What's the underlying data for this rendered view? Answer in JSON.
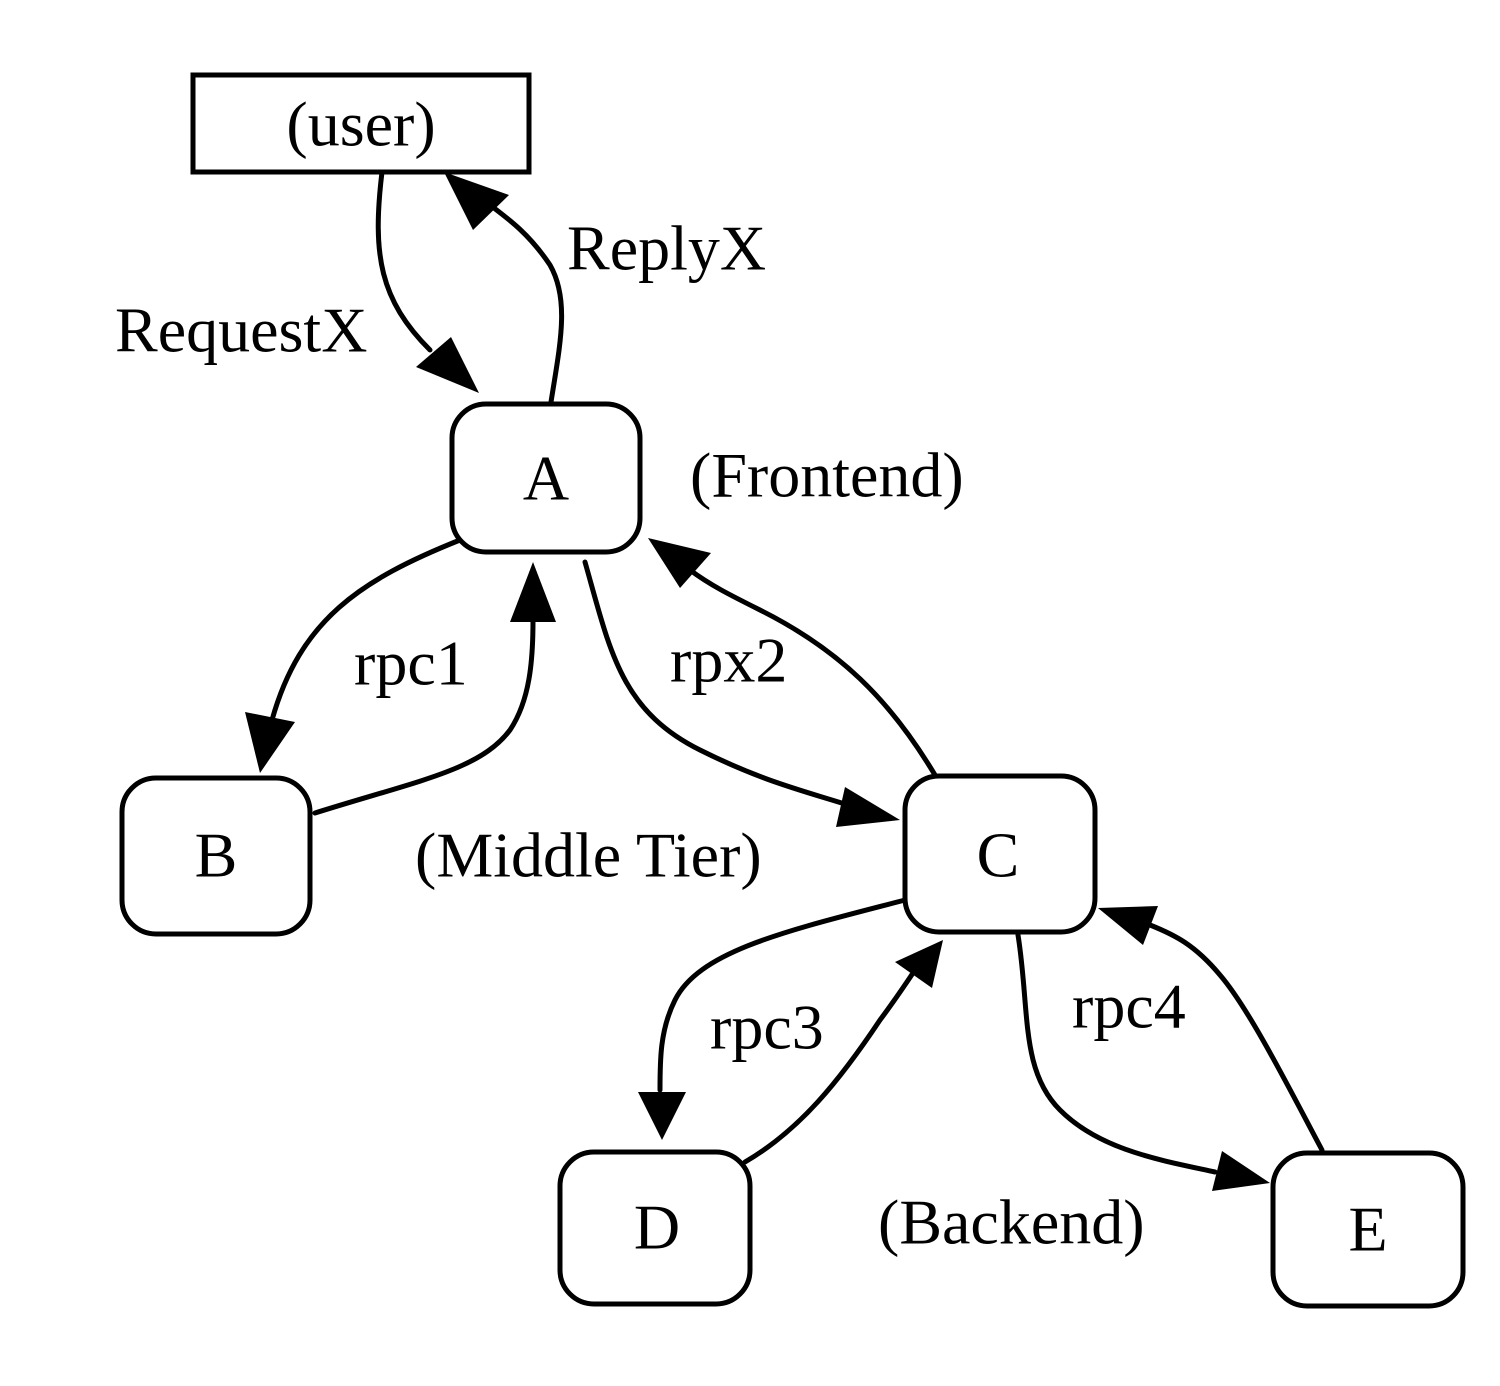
{
  "nodes": {
    "user": "(user)",
    "a": "A",
    "b": "B",
    "c": "C",
    "d": "D",
    "e": "E"
  },
  "edges": {
    "request": "RequestX",
    "reply": "ReplyX",
    "rpc1": "rpc1",
    "rpx2": "rpx2",
    "rpc3": "rpc3",
    "rpc4": "rpc4"
  },
  "tiers": {
    "frontend": "(Frontend)",
    "middle": "(Middle Tier)",
    "backend": "(Backend)"
  }
}
